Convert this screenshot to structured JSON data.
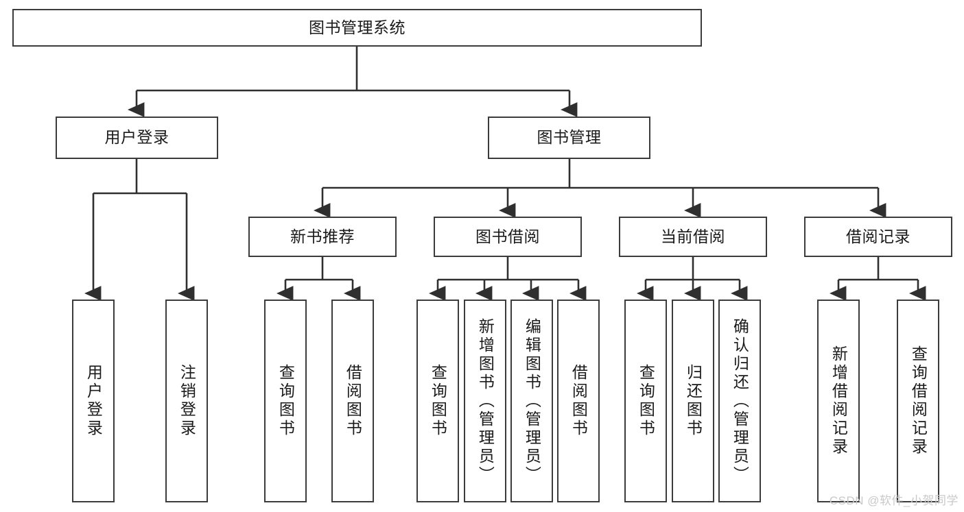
{
  "diagram": {
    "type": "hierarchy-tree",
    "title": "图书管理系统",
    "watermark": "CSDN @软件_小贺同学",
    "colors": {
      "box_border": "#3b3b3b",
      "box_fill": "#ffffff",
      "connector": "#2f2f2f",
      "text": "#1a1a1a",
      "watermark": "#c9c9c9"
    },
    "nodes": {
      "root": {
        "label": "图书管理系统"
      },
      "level2": [
        {
          "id": "user-login",
          "label": "用户登录"
        },
        {
          "id": "book-management",
          "label": "图书管理"
        }
      ],
      "level3": [
        {
          "id": "new-book-recommend",
          "label": "新书推荐"
        },
        {
          "id": "book-borrow",
          "label": "图书借阅"
        },
        {
          "id": "current-borrow",
          "label": "当前借阅"
        },
        {
          "id": "borrow-record",
          "label": "借阅记录"
        }
      ],
      "leaves": {
        "user-login": [
          {
            "id": "leaf-user-login",
            "label": "用户登录"
          },
          {
            "id": "leaf-logout",
            "label": "注销登录"
          }
        ],
        "new-book-recommend": [
          {
            "id": "leaf-query-book-1",
            "label": "查询图书"
          },
          {
            "id": "leaf-borrow-book-1",
            "label": "借阅图书"
          }
        ],
        "book-borrow": [
          {
            "id": "leaf-query-book-2",
            "label": "查询图书"
          },
          {
            "id": "leaf-add-book",
            "label": "新增图书（管理员）"
          },
          {
            "id": "leaf-edit-book",
            "label": "编辑图书（管理员）"
          },
          {
            "id": "leaf-borrow-book-2",
            "label": "借阅图书"
          }
        ],
        "current-borrow": [
          {
            "id": "leaf-query-book-3",
            "label": "查询图书"
          },
          {
            "id": "leaf-return-book",
            "label": "归还图书"
          },
          {
            "id": "leaf-confirm-return",
            "label": "确认归还（管理员）"
          }
        ],
        "borrow-record": [
          {
            "id": "leaf-add-record",
            "label": "新增借阅记录"
          },
          {
            "id": "leaf-query-record",
            "label": "查询借阅记录"
          }
        ]
      }
    }
  }
}
